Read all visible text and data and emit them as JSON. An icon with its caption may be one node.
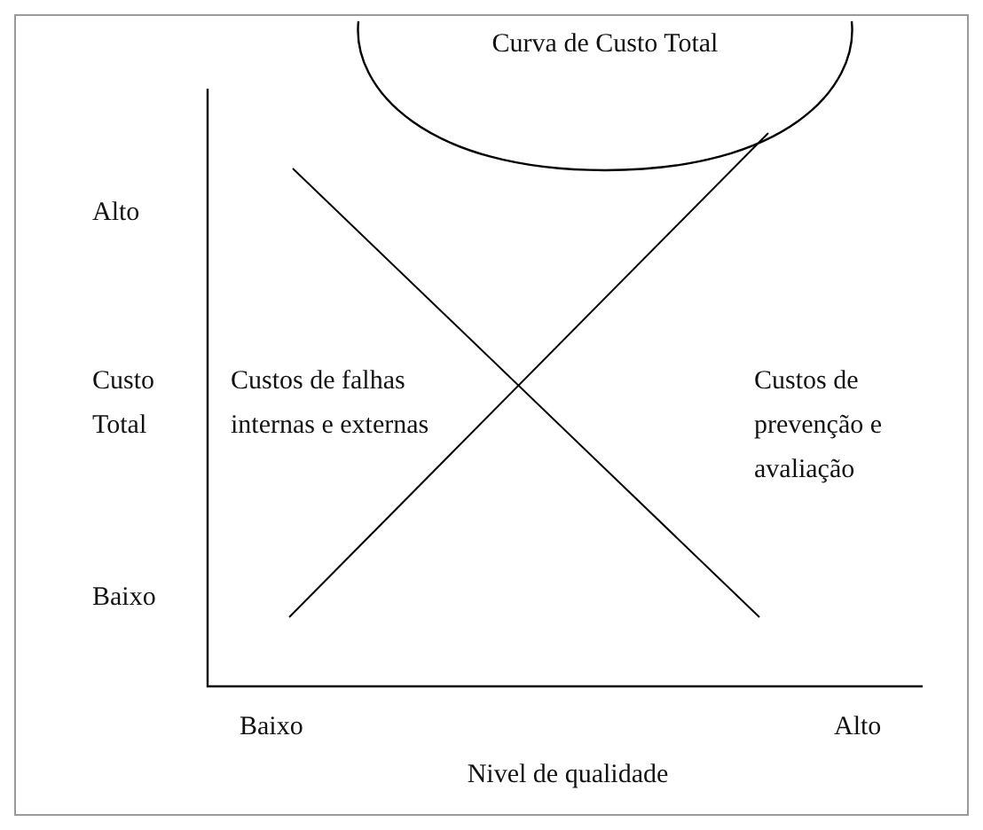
{
  "diagram": {
    "nodes": [
      {
        "text": [
          "Curva de Custo Total"
        ]
      }
    ],
    "labels": [
      "Alto",
      "Custo Total",
      "Custos de falhas internas e externas",
      "Custos de prevenção e avaliação",
      "Baixo",
      "Baixo",
      "Alto",
      "Nivel de qualidade"
    ]
  }
}
